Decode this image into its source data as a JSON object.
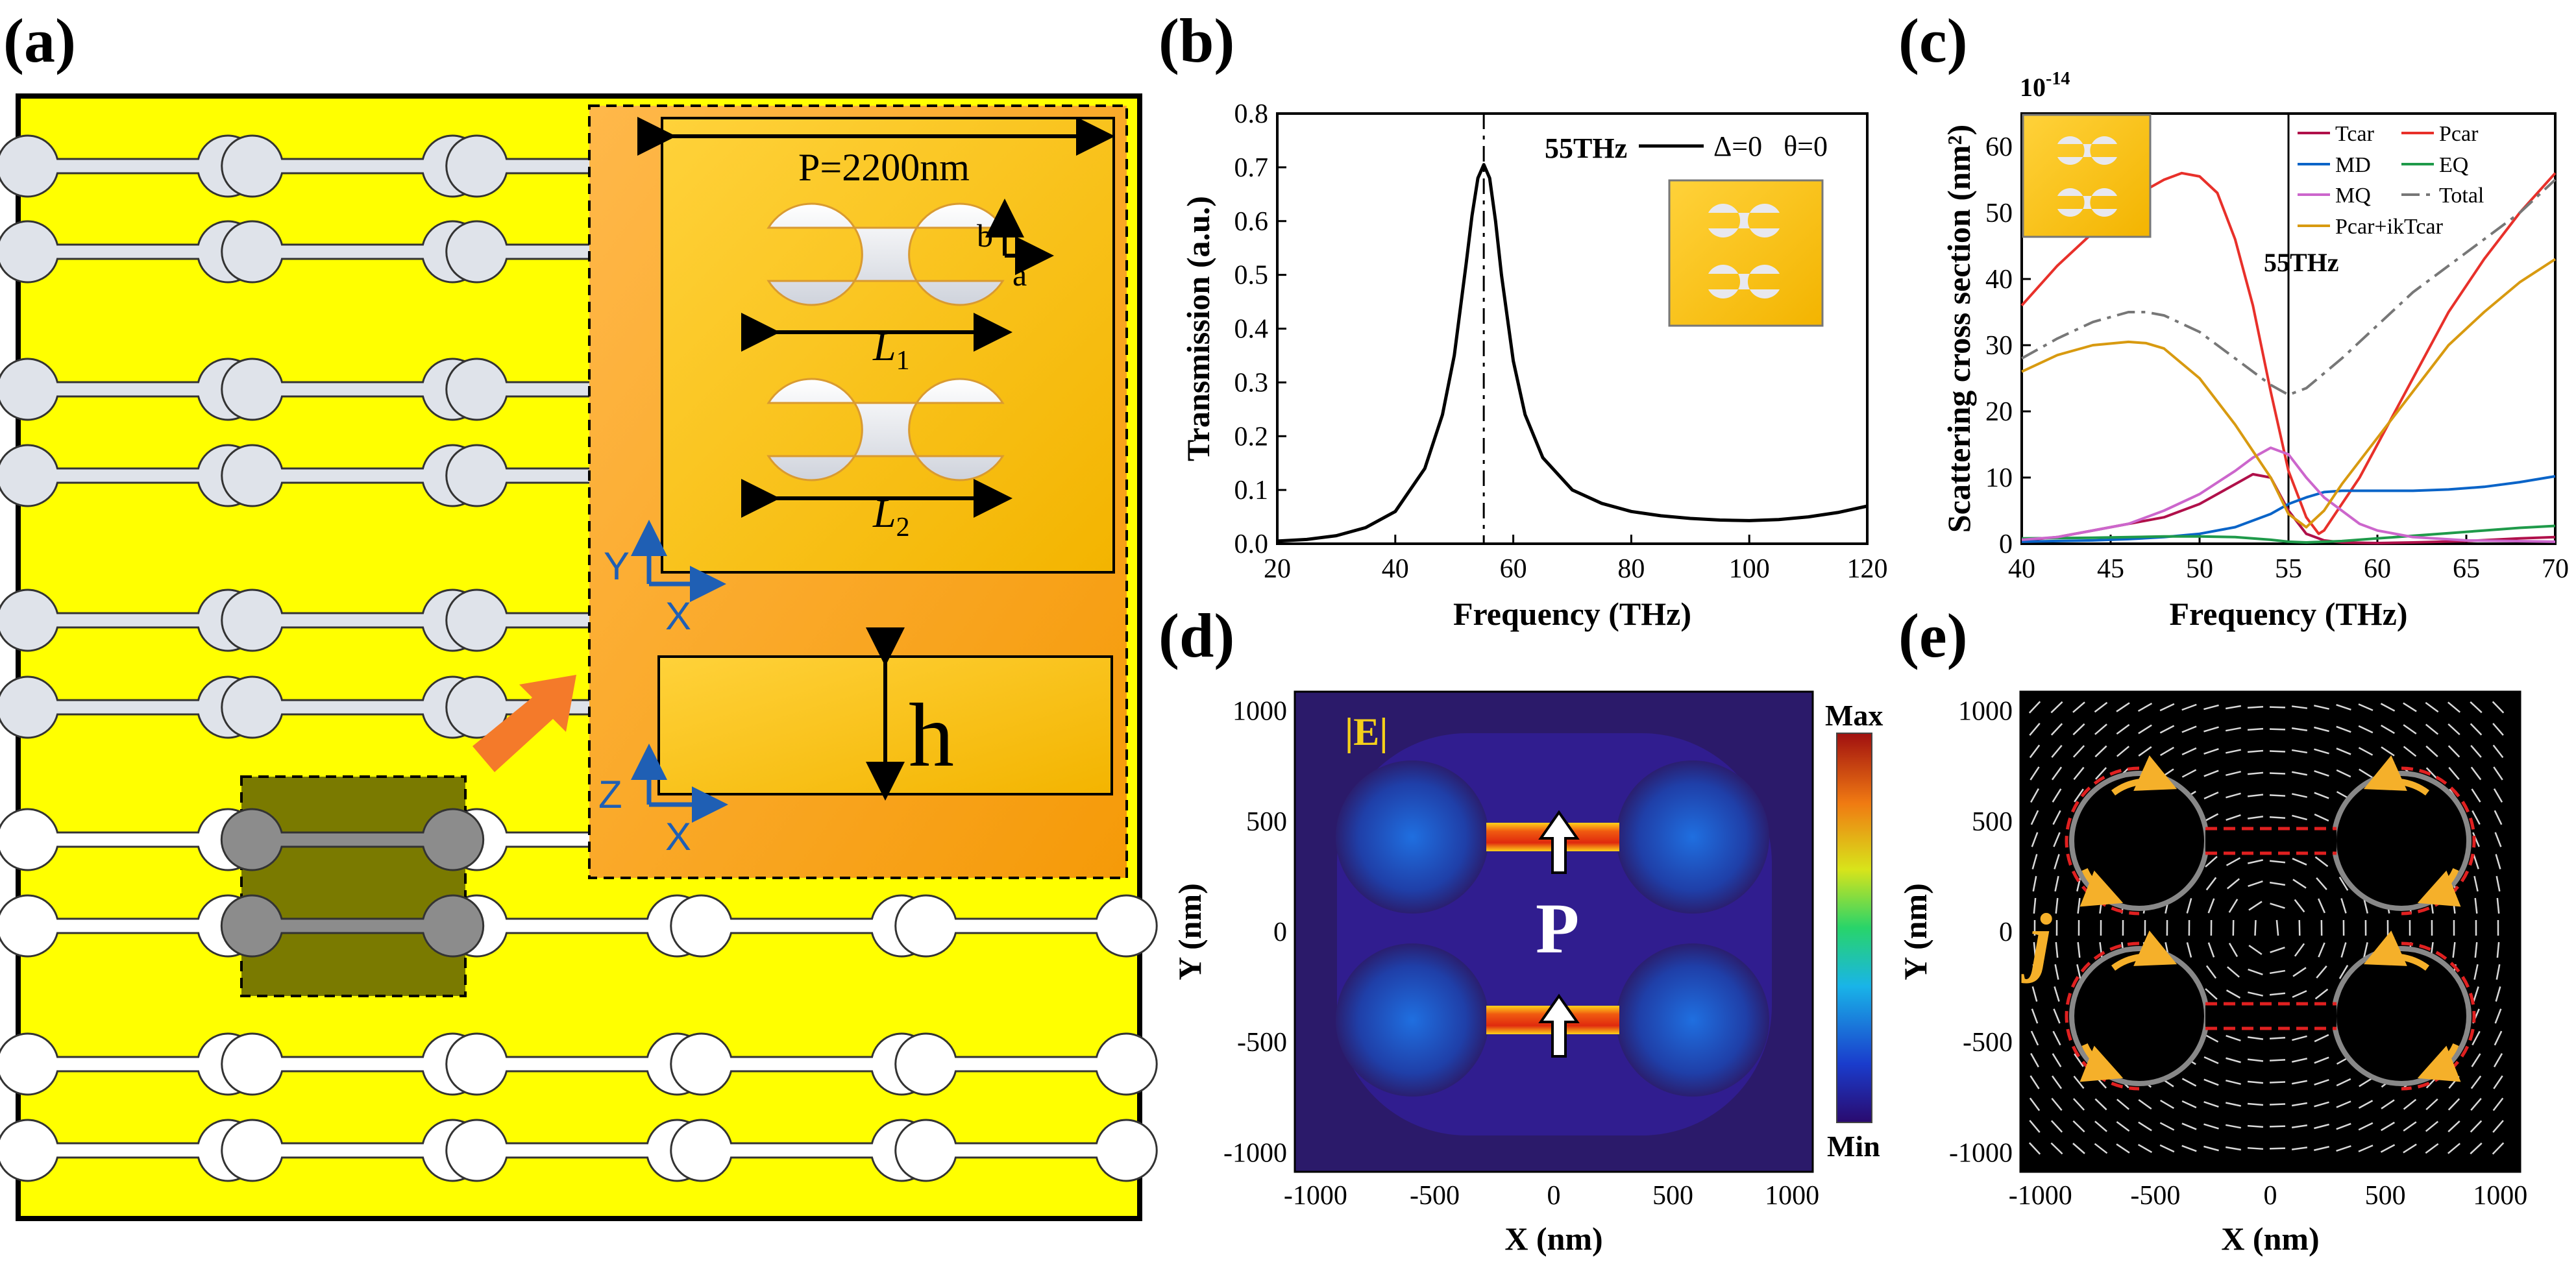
{
  "panels": {
    "a": {
      "tag": "(a)",
      "period_label": "P=2200nm",
      "a_label": "a",
      "b_label": "b",
      "L1_label": "L",
      "L1_sub": "1",
      "L2_label": "L",
      "L2_sub": "2",
      "h_label": "h",
      "axis_top_y": "Y",
      "axis_top_x": "X",
      "axis_bottom_z": "Z",
      "axis_bottom_x": "X"
    },
    "b": {
      "tag": "(b)",
      "annotation": "55THz",
      "legend": "Δ=0   θ=0"
    },
    "c": {
      "tag": "(c)",
      "exponent": "10",
      "exponent_power": "-14",
      "annotation": "55THz"
    },
    "d": {
      "tag": "(d)",
      "field_label": "|E|",
      "colorbar_max": "Max",
      "colorbar_min": "Min",
      "p_label": "P",
      "xlabel": "X (nm)",
      "ylabel": "Y (nm)",
      "xticks": [
        "-1000",
        "-500",
        "0",
        "500",
        "1000"
      ],
      "yticks": [
        "1000",
        "500",
        "0",
        "-500",
        "-1000"
      ]
    },
    "e": {
      "tag": "(e)",
      "j_label": "j",
      "xlabel": "X (nm)",
      "ylabel": "Y (nm)",
      "xticks": [
        "-1000",
        "-500",
        "0",
        "500",
        "1000"
      ],
      "yticks": [
        "1000",
        "500",
        "0",
        "-500",
        "-1000"
      ]
    }
  },
  "chart_data": [
    {
      "panel": "b",
      "type": "line",
      "xlabel": "Frequency (THz)",
      "ylabel": "Transmission (a.u.)",
      "xlim": [
        20,
        120
      ],
      "ylim": [
        0,
        0.8
      ],
      "xticks": [
        "20",
        "40",
        "60",
        "80",
        "100",
        "120"
      ],
      "yticks": [
        "0.0",
        "0.1",
        "0.2",
        "0.3",
        "0.4",
        "0.5",
        "0.6",
        "0.7",
        "0.8"
      ],
      "marker_x": 55,
      "series": [
        {
          "name": "Δ=0   θ=0",
          "color": "#000000",
          "x": [
            20,
            25,
            30,
            35,
            40,
            45,
            48,
            50,
            52,
            53,
            54,
            55,
            56,
            57,
            58,
            60,
            62,
            65,
            70,
            75,
            80,
            85,
            90,
            95,
            100,
            105,
            110,
            115,
            120
          ],
          "y": [
            0.005,
            0.008,
            0.015,
            0.03,
            0.06,
            0.14,
            0.24,
            0.35,
            0.52,
            0.61,
            0.68,
            0.705,
            0.68,
            0.6,
            0.5,
            0.34,
            0.24,
            0.16,
            0.1,
            0.075,
            0.06,
            0.052,
            0.047,
            0.044,
            0.043,
            0.045,
            0.05,
            0.058,
            0.07
          ]
        }
      ]
    },
    {
      "panel": "c",
      "type": "line",
      "xlabel": "Frequency (THz)",
      "ylabel": "Scattering cross section (nm²)",
      "xlim": [
        40,
        70
      ],
      "ylim": [
        0,
        65
      ],
      "xticks": [
        "40",
        "45",
        "50",
        "55",
        "60",
        "65",
        "70"
      ],
      "yticks": [
        "0",
        "10",
        "20",
        "30",
        "40",
        "50",
        "60"
      ],
      "marker_x": 55,
      "series": [
        {
          "name": "Tcar",
          "color": "#b0104a",
          "dash": "",
          "x": [
            40,
            42,
            44,
            46,
            48,
            50,
            52,
            53,
            54,
            55,
            56,
            57,
            58,
            60,
            62,
            65,
            68,
            70
          ],
          "y": [
            0.5,
            1,
            2,
            3,
            4,
            6,
            9,
            10.5,
            10,
            5,
            1.5,
            0.5,
            0.2,
            0.1,
            0.2,
            0.4,
            0.8,
            1
          ]
        },
        {
          "name": "Pcar",
          "color": "#e8302a",
          "dash": "",
          "x": [
            40,
            42,
            44,
            46,
            48,
            49,
            50,
            51,
            52,
            53,
            54,
            55,
            56,
            56.7,
            57,
            58,
            59,
            60,
            62,
            64,
            66,
            68,
            70
          ],
          "y": [
            36,
            42,
            47,
            52,
            55,
            56,
            55.5,
            53,
            46,
            36,
            23,
            11,
            4,
            1.5,
            2,
            6,
            10,
            15,
            25,
            35,
            43,
            50,
            56
          ]
        },
        {
          "name": "MD",
          "color": "#0a64c8",
          "dash": "",
          "x": [
            40,
            42,
            44,
            46,
            48,
            50,
            52,
            54,
            55,
            56,
            57,
            58,
            60,
            62,
            64,
            66,
            68,
            70
          ],
          "y": [
            0.3,
            0.4,
            0.5,
            0.7,
            1,
            1.5,
            2.5,
            4.5,
            6,
            7,
            7.8,
            8,
            8,
            8,
            8.2,
            8.6,
            9.3,
            10.2
          ]
        },
        {
          "name": "EQ",
          "color": "#1f9a4a",
          "dash": "",
          "x": [
            40,
            44,
            48,
            50,
            52,
            54,
            55,
            56,
            58,
            60,
            62,
            64,
            66,
            68,
            70
          ],
          "y": [
            0.8,
            0.9,
            1.1,
            1.1,
            1,
            0.6,
            0.3,
            0.2,
            0.4,
            0.8,
            1.2,
            1.6,
            2,
            2.4,
            2.7
          ]
        },
        {
          "name": "MQ",
          "color": "#cc66cc",
          "dash": "",
          "x": [
            40,
            42,
            44,
            46,
            48,
            50,
            52,
            53,
            54,
            55,
            56,
            57,
            58,
            59,
            60,
            62,
            65,
            70
          ],
          "y": [
            0.6,
            1,
            2,
            3,
            5,
            7.5,
            11,
            13,
            14.5,
            13.5,
            10,
            7,
            5,
            3,
            2,
            1,
            0.5,
            0.3
          ]
        },
        {
          "name": "Total",
          "color": "#777777",
          "dash": "28 10 6 10",
          "x": [
            40,
            42,
            44,
            46,
            47,
            48,
            50,
            52,
            54,
            55,
            56,
            58,
            60,
            62,
            65,
            68,
            70
          ],
          "y": [
            28,
            31,
            33.5,
            35,
            35,
            34.5,
            32,
            28,
            24,
            22.5,
            23.5,
            28,
            33,
            38,
            44,
            50,
            55
          ]
        },
        {
          "name": "Pcar+ikTcar",
          "color": "#d89a10",
          "dash": "",
          "x": [
            40,
            42,
            44,
            46,
            47,
            48,
            50,
            52,
            54,
            55,
            56,
            57,
            58,
            60,
            62,
            64,
            66,
            68,
            70
          ],
          "y": [
            26,
            28.5,
            30,
            30.5,
            30.3,
            29.5,
            25,
            18,
            10,
            4.5,
            2.5,
            5,
            9,
            16,
            23,
            30,
            35,
            39.5,
            43
          ]
        }
      ]
    }
  ]
}
